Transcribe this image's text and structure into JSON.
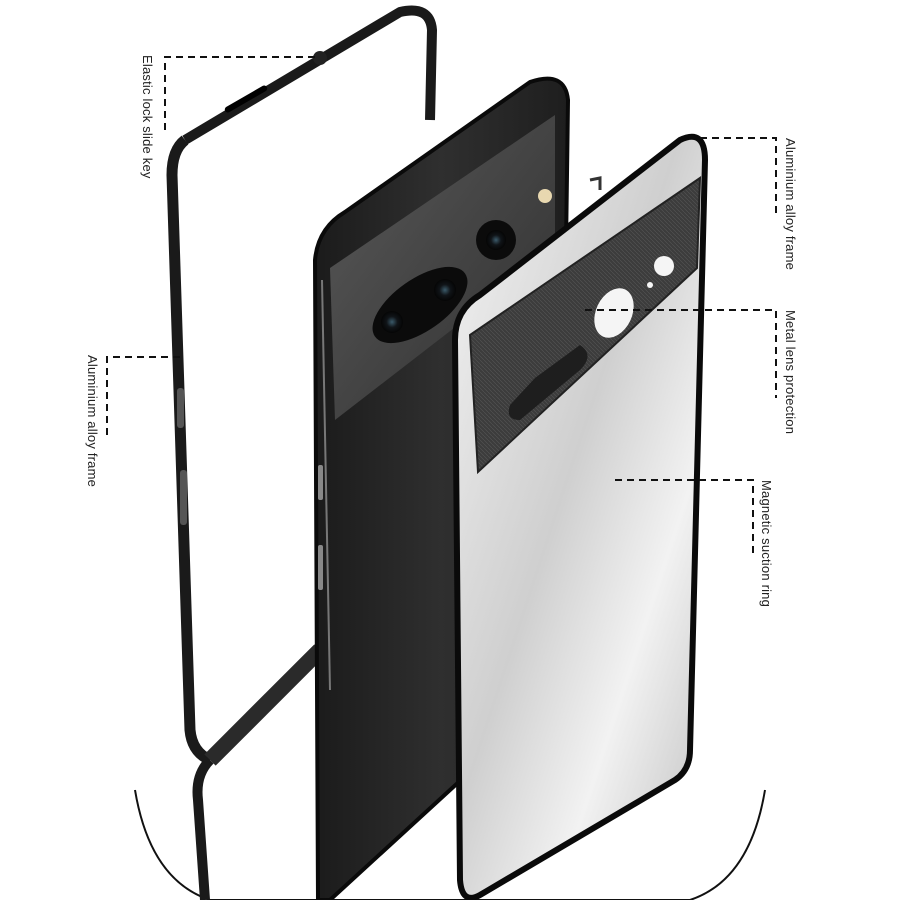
{
  "diagram": {
    "subject": "Phone case exploded view",
    "callouts": [
      {
        "id": "elastic-lock-slide-key",
        "text": "Elastic lock slide key",
        "side": "left"
      },
      {
        "id": "aluminium-alloy-frame-left",
        "text": "Aluminium alloy frame",
        "side": "left"
      },
      {
        "id": "aluminium-alloy-frame-right",
        "text": "Aluminium alloy frame",
        "side": "right"
      },
      {
        "id": "metal-lens-protection",
        "text": "Metal lens protection",
        "side": "right"
      },
      {
        "id": "magnetic-suction-ring",
        "text": "Magnetic suction ring",
        "side": "right"
      }
    ],
    "colors": {
      "background": "#ffffff",
      "frame_black": "#1a1a1a",
      "phone_body": "#2b2b2b",
      "camera_bar": "#4a4a4a",
      "glass": "#e6e6e6",
      "leader_line": "#111111",
      "label_text": "#222222"
    }
  }
}
